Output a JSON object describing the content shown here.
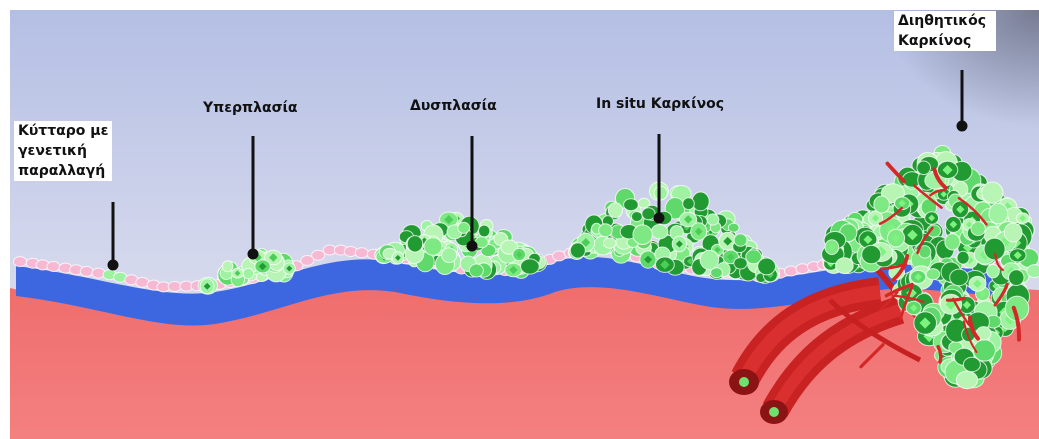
{
  "labels": {
    "mutated_cell": [
      "Κύτταρο με",
      "γενετική",
      "παραλλαγή"
    ],
    "hyperplasia": "Υπερπλασία",
    "dysplasia": "Δυσπλασία",
    "in_situ": "In situ Καρκίνος",
    "invasive": [
      "Διηθητικός",
      "Καρκίνος"
    ]
  },
  "colors": {
    "background_top": "#b4bfe4",
    "background_bottom": "#e2e2ec",
    "tissue": "#f07272",
    "basement_membrane": "#3d67e0",
    "normal_cell": "#f6b8d2",
    "light_green_cell": "#9ef2a2",
    "mid_green_cell": "#5ed96a",
    "dark_green_cell": "#229a32",
    "blood_vessel": "#d42828",
    "leader_line": "#111111"
  }
}
